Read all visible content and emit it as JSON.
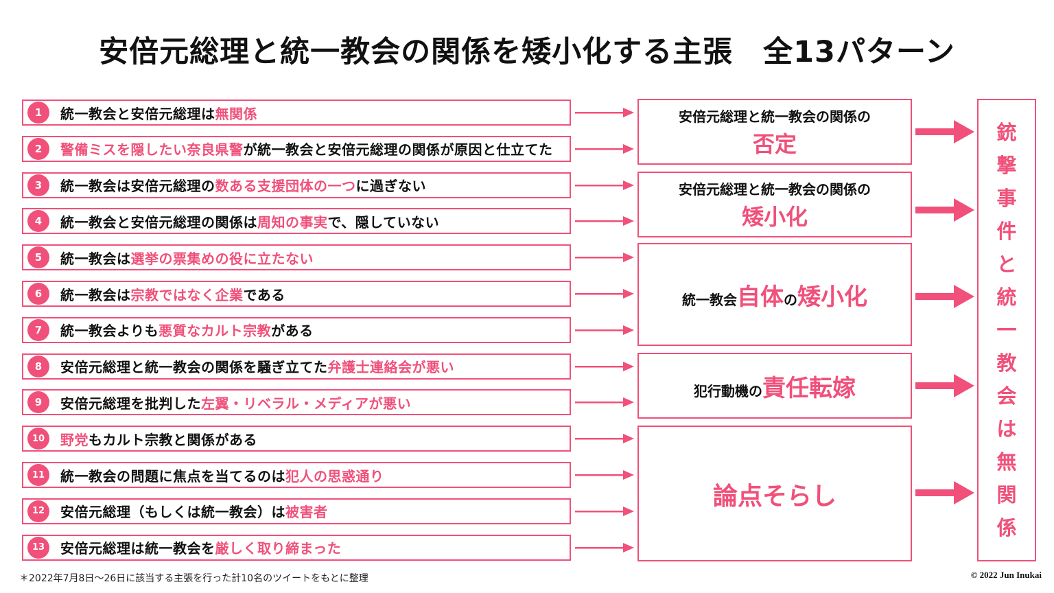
{
  "title": "安倍元総理と統一教会の関係を矮小化する主張　全13パターン",
  "accent_color": "#f0507a",
  "claims": [
    {
      "number": "1",
      "segments": [
        {
          "text": "統一教会と安倍元総理は",
          "pink": false
        },
        {
          "text": "無関係",
          "pink": true
        }
      ]
    },
    {
      "number": "2",
      "segments": [
        {
          "text": "警備ミスを隠したい奈良県警",
          "pink": true
        },
        {
          "text": "が統一教会と安倍元総理の関係が原因と仕立てた",
          "pink": false
        }
      ]
    },
    {
      "number": "3",
      "segments": [
        {
          "text": "統一教会は安倍元総理の",
          "pink": false
        },
        {
          "text": "数ある支援団体の一つ",
          "pink": true
        },
        {
          "text": "に過ぎない",
          "pink": false
        }
      ]
    },
    {
      "number": "4",
      "segments": [
        {
          "text": "統一教会と安倍元総理の関係は",
          "pink": false
        },
        {
          "text": "周知の事実",
          "pink": true
        },
        {
          "text": "で、隠していない",
          "pink": false
        }
      ]
    },
    {
      "number": "5",
      "segments": [
        {
          "text": "統一教会は",
          "pink": false
        },
        {
          "text": "選挙の票集めの役に立たない",
          "pink": true
        }
      ]
    },
    {
      "number": "6",
      "segments": [
        {
          "text": "統一教会は",
          "pink": false
        },
        {
          "text": "宗教ではなく企業",
          "pink": true
        },
        {
          "text": "である",
          "pink": false
        }
      ]
    },
    {
      "number": "7",
      "segments": [
        {
          "text": "統一教会よりも",
          "pink": false
        },
        {
          "text": "悪質なカルト宗教",
          "pink": true
        },
        {
          "text": "がある",
          "pink": false
        }
      ]
    },
    {
      "number": "8",
      "segments": [
        {
          "text": "安倍元総理と統一教会の関係を騒ぎ立てた",
          "pink": false
        },
        {
          "text": "弁護士連絡会が悪い",
          "pink": true
        }
      ]
    },
    {
      "number": "9",
      "segments": [
        {
          "text": "安倍元総理を批判した",
          "pink": false
        },
        {
          "text": "左翼・リベラル・メディアが悪い",
          "pink": true
        }
      ]
    },
    {
      "number": "10",
      "segments": [
        {
          "text": "野党",
          "pink": true
        },
        {
          "text": "もカルト宗教と関係がある",
          "pink": false
        }
      ]
    },
    {
      "number": "11",
      "segments": [
        {
          "text": "統一教会の問題に焦点を当てるのは",
          "pink": false
        },
        {
          "text": "犯人の思惑通り",
          "pink": true
        }
      ]
    },
    {
      "number": "12",
      "segments": [
        {
          "text": "安倍元総理（もしくは統一教会）は",
          "pink": false
        },
        {
          "text": "被害者",
          "pink": true
        }
      ]
    },
    {
      "number": "13",
      "segments": [
        {
          "text": "安倍元総理は統一教会を",
          "pink": false
        },
        {
          "text": "厳しく取り締まった",
          "pink": true
        }
      ]
    }
  ],
  "categories": [
    {
      "sub": "安倍元総理と統一教会の関係の",
      "main": "否定"
    },
    {
      "sub": "安倍元総理と統一教会の関係の",
      "main": "矮小化"
    },
    {
      "line": [
        {
          "text": "統一教会",
          "pink": false
        },
        {
          "text": "自体",
          "pink": true
        },
        {
          "text": "の",
          "pink": false
        },
        {
          "text": "矮小化",
          "pink": true
        }
      ]
    },
    {
      "line": [
        {
          "text": "犯行動機の",
          "pink": false
        },
        {
          "text": "責任転嫁",
          "pink": true
        }
      ]
    },
    {
      "main": "論点そらし"
    }
  ],
  "conclusion": "銃撃事件と統一教会は無関係",
  "footnote": "＊2022年7月8日〜26日に該当する主張を行った計10名のツイートをもとに整理",
  "copyright": "© 2022 Jun Inukai"
}
